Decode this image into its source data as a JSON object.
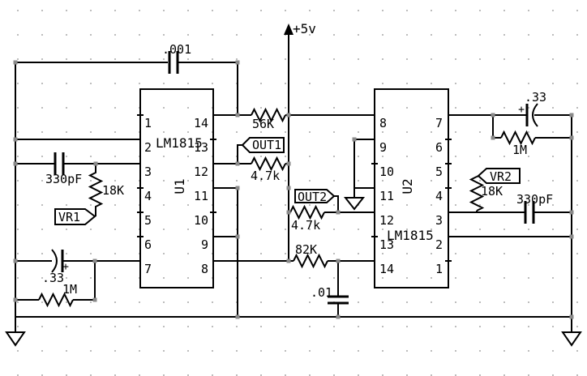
{
  "schematic": {
    "power_label": "+5v",
    "ics": {
      "u1": {
        "part": "LM1815",
        "ref": "U1",
        "left_pins": [
          "1",
          "2",
          "3",
          "4",
          "5",
          "6",
          "7"
        ],
        "right_pins": [
          "14",
          "13",
          "12",
          "11",
          "10",
          "9",
          "8"
        ]
      },
      "u2": {
        "part": "LM1815",
        "ref": "U2",
        "left_pins": [
          "8",
          "9",
          "10",
          "11",
          "12",
          "13",
          "14"
        ],
        "right_pins": [
          "7",
          "6",
          "5",
          "4",
          "3",
          "2",
          "1"
        ]
      }
    },
    "net_flags": {
      "out1": "OUT1",
      "out2": "OUT2",
      "vr1": "VR1",
      "vr2": "VR2"
    },
    "components": {
      "c_top": ".001",
      "r_56k": "56K",
      "r_4k7_u1": "4.7k",
      "r_4k7_u2": "4.7k",
      "r_82k": "82K",
      "c_01": ".01",
      "left": {
        "c_in": "330pF",
        "r_bias": "18K",
        "c_big": ".33",
        "r_fb": "1M"
      },
      "right": {
        "c_big": ".33",
        "r_fb": "1M",
        "r_bias": "18K",
        "c_in": "330pF"
      },
      "polarity_mark": "+"
    }
  }
}
